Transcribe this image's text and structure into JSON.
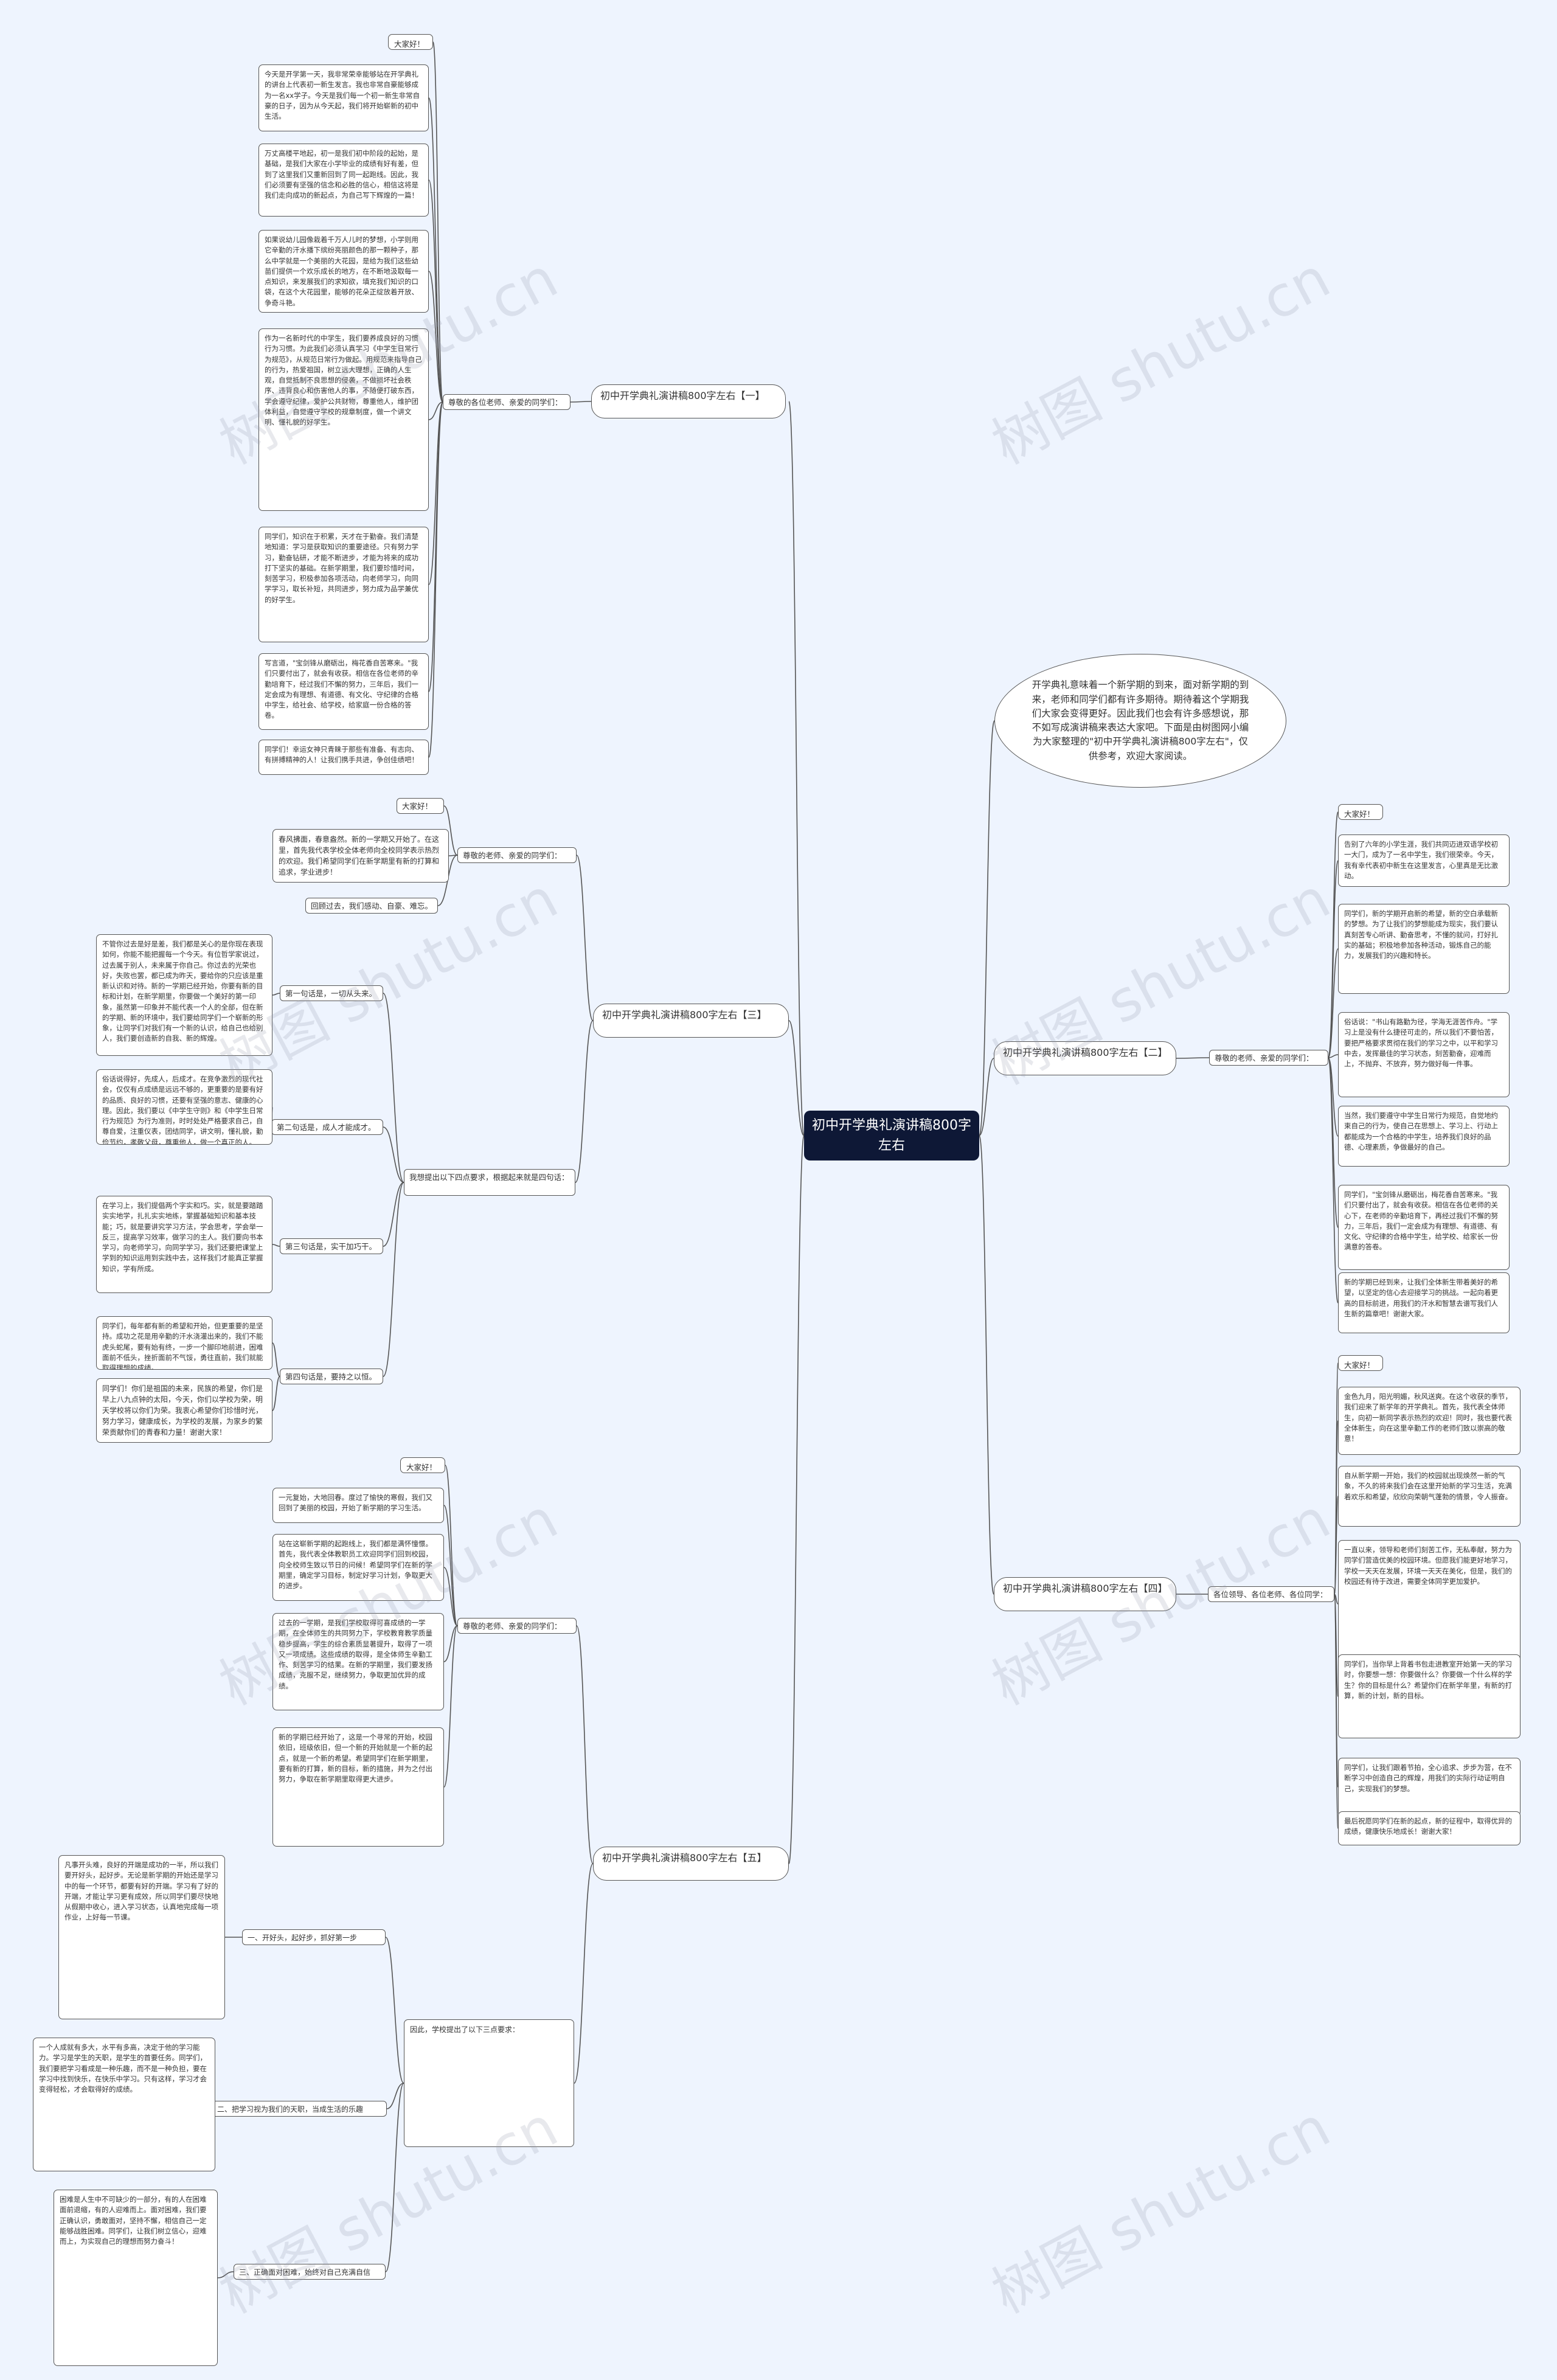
{
  "root": "初中开学典礼演讲稿800字左右",
  "intro": "开学典礼意味着一个新学期的到来，面对新学期的到来，老师和同学们都有许多期待。期待着这个学期我们大家会变得更好。因此我们也会有许多感想说，那不如写成演讲稿来表达大家吧。下面是由树图网小编为大家整理的\"初中开学典礼演讲稿800字左右\"，仅供参考，欢迎大家阅读。",
  "b1": {
    "title": "初中开学典礼演讲稿800字左右【一】",
    "greet": "尊敬的各位老师、亲爱的同学们：",
    "paras": [
      "大家好！",
      "今天是开学第一天，我非常荣幸能够站在开学典礼的讲台上代表初一新生发言。我也非常自豪能够成为一名xx学子。今天是我们每一个初一新生非常自豪的日子，因为从今天起，我们将开始崭新的初中生活。",
      "万丈高楼平地起，初一是我们初中阶段的起始，是基础，是我们大家在小学毕业的成绩有好有差，但到了这里我们又重新回到了同一起跑线。因此，我们必须要有坚强的信念和必胜的信心，相信这将是我们走向成功的新起点，为自己写下辉煌的一篇！",
      "如果说幼儿园像栽着千万人儿时的梦想，小学则用它辛勤的汗水播下缤纷亮丽颜色的那一颗种子，那么中学就是一个美丽的大花园，是给为我们这些幼苗们提供一个欢乐成长的地方，在不断地汲取每一点知识，来发展我们的求知欲，填充我们知识的口袋，在这个大花园里，能够的花朵正绽放着开放、争奇斗艳。",
      "作为一名新时代的中学生，我们要养成良好的习惯行为习惯。为此我们必须认真学习《中学生日常行为规范》，从规范日常行为做起。用规范来指导自己的行为，热爱祖国，树立远大理想，正确的人生观，自觉抵制不良思想的侵袭，不做损坏社会秩序、违背良心和伤害他人的事，不随便打破东西，学会遵守纪律，爱护公共财物，尊重他人，维护团体利益，自觉遵守学校的规章制度，做一个讲文明、懂礼貌的好学生。",
      "同学们，知识在于积累，天才在于勤奋。我们清楚地知道：学习是获取知识的重要途径。只有努力学习，勤奋钻研，才能不断进步，才能为将来的成功打下坚实的基础。在新学期里，我们要珍惜时间，刻苦学习，积极参加各项活动，向老师学习，向同学学习，取长补短，共同进步，努力成为品学兼优的好学生。",
      "写言道，\"宝剑锋从磨砺出，梅花香自苦寒来。\"我们只要付出了，就会有收获。相信在各位老师的辛勤培育下，经过我们不懈的努力，三年后，我们一定会成为有理想、有道德、有文化、守纪律的合格中学生，给社会、给学校，给家庭一份合格的答卷。",
      "同学们！幸运女神只青睐于那些有准备、有志向、有拼搏精神的人！让我们携手共进，争创佳绩吧！"
    ]
  },
  "b2": {
    "title": "初中开学典礼演讲稿800字左右【二】",
    "greet": "尊敬的老师、亲爱的同学们：",
    "paras": [
      "大家好！",
      "告别了六年的小学生涯，我们共同迈进双语学校初一大门，成为了一名中学生，我们很荣幸。今天，我有幸代表初中新生在这里发言，心里真是无比激动。",
      "同学们，新的学期开启新的希望，新的空白承载新的梦想。为了让我们的梦想能成为现实，我们要认真刻苦专心听讲、勤奋思考，不懂的就问，打好扎实的基础；积极地参加各种活动，锻炼自己的能力，发展我们的兴趣和特长。",
      "俗话说：\"书山有路勤为径，学海无涯苦作舟。\"学习上是没有什么捷径可走的，所以我们不要怕苦，要把严格要求贯彻在我们的学习之中，以平和学习中去，发挥最佳的学习状态，刻苦勤奋，迎难而上，不抛弃、不放弃，努力做好每一件事。",
      "当然，我们要遵守中学生日常行为规范，自觉地约束自己的行为，使自己在思想上、学习上、行动上都能成为一个合格的中学生，培养我们良好的品德、心理素质，争做最好的自己。",
      "同学们，\"宝剑锋从磨砺出，梅花香自苦寒来。\"我们只要付出了，就会有收获。相信在各位老师的关心下，在老师的辛勤培育下，再经过我们不懈的努力，三年后，我们一定会成为有理想、有道德、有文化、守纪律的合格中学生，给学校、给家长一份满意的答卷。",
      "新的学期已经到来，让我们全体新生带着美好的希望，以坚定的信心去迎接学习的挑战。一起向着更高的目标前进，用我们的汗水和智慧去谱写我们人生新的篇章吧！谢谢大家。"
    ]
  },
  "b3": {
    "title": "初中开学典礼演讲稿800字左右【三】",
    "greet": "尊敬的老师、亲爱的同学们：",
    "hello": "大家好！",
    "p1": "春风拂面，春意盎然。新的一学期又开始了。在这里，首先我代表学校全体老师向全校同学表示热烈的欢迎。我们希望同学们在新学期里有新的打算和追求，学业进步！",
    "p2": "回顾过去，我们感动、自豪、难忘。",
    "mid": "我想提出以下四点要求，根据起来就是四句话：",
    "subs": [
      {
        "label": "第一句话是，一切从头来。",
        "text": "不管你过去是好是差，我们都是关心的是你现在表现如何，你能不能把握每一个今天。有位哲学家说过，过去属于别人，未来属于你自己。你过去的光荣也好，失败也罢，都已成为昨天，要给你的只应该是重新认识和对待。新的一学期已经开始，你要有新的目标和计划，在新学期里，你要做一个美好的第一印象，虽然第一印象并不能代表一个人的全部，但在新的学期、新的环境中，我们要给同学们一个崭新的形象，让同学们对我们有一个新的认识，给自己也给别人，我们要创造新的自我、新的辉煌。"
      },
      {
        "label": "第二句话是，成人才能成才。",
        "text": "俗话说得好，先成人，后成才。在竞争激烈的现代社会，仅仅有点成绩是远远不够的，更重要的是要有好的品质、良好的习惯，还要有坚强的意志、健康的心理。因此，我们要以《中学生守则》和《中学生日常行为规范》为行为准则，时时处处严格要求自己，自尊自爱，注重仪表，团结同学，讲文明，懂礼貌，勤俭节约，孝敬父母，尊重他人，做一个真正的人。"
      },
      {
        "label": "第三句话是，实干加巧干。",
        "text": "在学习上，我们提倡两个字实和巧。实，就是要踏踏实实地学，扎扎实实地练，掌握基础知识和基本技能；巧，就是要讲究学习方法，学会思考，学会举一反三，提高学习效率，做学习的主人。我们要向书本学习，向老师学习，向同学学习，我们还要把课堂上学到的知识运用到实践中去，这样我们才能真正掌握知识，学有所成。"
      },
      {
        "label": "第四句话是，要持之以恒。",
        "text": "同学们，每年都有新的希望和开始，但更重要的是坚持。成功之花是用辛勤的汗水浇灌出来的，我们不能虎头蛇尾，要有始有终，一步一个脚印地前进，困难面前不低头，挫折面前不气馁，勇往直前，我们就能取得理想的成绩。"
      }
    ],
    "end": "同学们！你们是祖国的未来，民族的希望，你们是早上八九点钟的太阳，今天，你们以学校为荣，明天学校将以你们为荣。我衷心希望你们珍惜时光，努力学习，健康成长，为学校的发展，为家乡的繁荣贡献你们的青春和力量！谢谢大家！"
  },
  "b4": {
    "title": "初中开学典礼演讲稿800字左右【四】",
    "greet": "各位领导、各位老师、各位同学：",
    "paras": [
      "大家好！",
      "金色九月，阳光明媚，秋风送爽。在这个收获的季节，我们迎来了新学年的开学典礼。首先，我代表全体师生，向初一新同学表示热烈的欢迎！同时，我也要代表全体新生，向在这里辛勤工作的老师们致以崇高的敬意！",
      "自从新学期一开始，我们的校园就出现焕然一新的气象，不久的将来我们会在这里开始新的学习生活，充满着欢乐和希望，欣欣向荣朝气蓬勃的情景，令人振奋。",
      "一直以来，领导和老师们刻苦工作，无私奉献，努力为同学们营造优美的校园环境。但愿我们能更好地学习，学校一天天在发展，环境一天天在美化，但是，我们的校园还有待于改进，需要全体同学更加爱护。",
      "同学们，当你早上背着书包走进教室开始第一天的学习时，你要想一想：你要做什么？你要做一个什么样的学生？你的目标是什么？希望你们在新学年里，有新的打算，新的计划，新的目标。",
      "同学们，让我们跟着节拍，全心追求、步步为营，在不断学习中创造自己的辉煌，用我们的实际行动证明自己，实现我们的梦想。",
      "最后祝愿同学们在新的起点，新的征程中，取得优异的成绩，健康快乐地成长！谢谢大家！"
    ]
  },
  "b5": {
    "title": "初中开学典礼演讲稿800字左右【五】",
    "greet": "尊敬的老师、亲爱的同学们：",
    "paras": [
      "大家好！",
      "一元复始，大地回春。度过了愉快的寒假，我们又回到了美丽的校园，开始了新学期的学习生活。",
      "站在这崭新学期的起跑线上，我们都是满怀憧憬。首先，我代表全体教职员工欢迎同学们回到校园，向全校师生致以节日的问候！希望同学们在新的学期里，确定学习目标，制定好学习计划，争取更大的进步。",
      "过去的一学期，是我们学校取得可喜成绩的一学期，在全体师生的共同努力下，学校教育教学质量稳步提高，学生的综合素质显著提升，取得了一项又一项成绩。这些成绩的取得，是全体师生辛勤工作、刻苦学习的结果。在新的学期里，我们要发扬成绩，克服不足，继续努力，争取更加优异的成绩。",
      "新的学期已经开始了，这是一个寻常的开始，校园依旧，班级依旧，但一个新的开始就是一个新的起点，就是一个新的希望。希望同学们在新学期里，要有新的打算，新的目标，新的措施，并为之付出努力，争取在新学期里取得更大进步。"
    ],
    "mid": "因此，学校提出了以下三点要求：",
    "subs": [
      {
        "label": "一、开好头，起好步，抓好第一步",
        "text": "凡事开头难，良好的开端是成功的一半，所以我们要开好头，起好步。无论是新学期的开始还是学习中的每一个环节，都要有好的开端。学习有了好的开端，才能让学习更有成效，所以同学们要尽快地从假期中收心，进入学习状态，认真地完成每一项作业，上好每一节课。"
      },
      {
        "label": "二、把学习视为我们的天职，当成生活的乐趣",
        "text": "一个人成就有多大，水平有多高，决定于他的学习能力。学习是学生的天职，是学生的首要任务。同学们，我们要把学习看成是一种乐趣，而不是一种负担，要在学习中找到快乐，在快乐中学习。只有这样，学习才会变得轻松，才会取得好的成绩。"
      },
      {
        "label": "三、正确面对困难，始终对自己充满自信",
        "text": "困难是人生中不可缺少的一部分，有的人在困难面前退缩，有的人迎难而上。面对困难，我们要正确认识，勇敢面对，坚持不懈，相信自己一定能够战胜困难。同学们，让我们树立信心，迎难而上，为实现自己的理想而努力奋斗！"
      }
    ]
  },
  "watermark": "树图 shutu.cn"
}
